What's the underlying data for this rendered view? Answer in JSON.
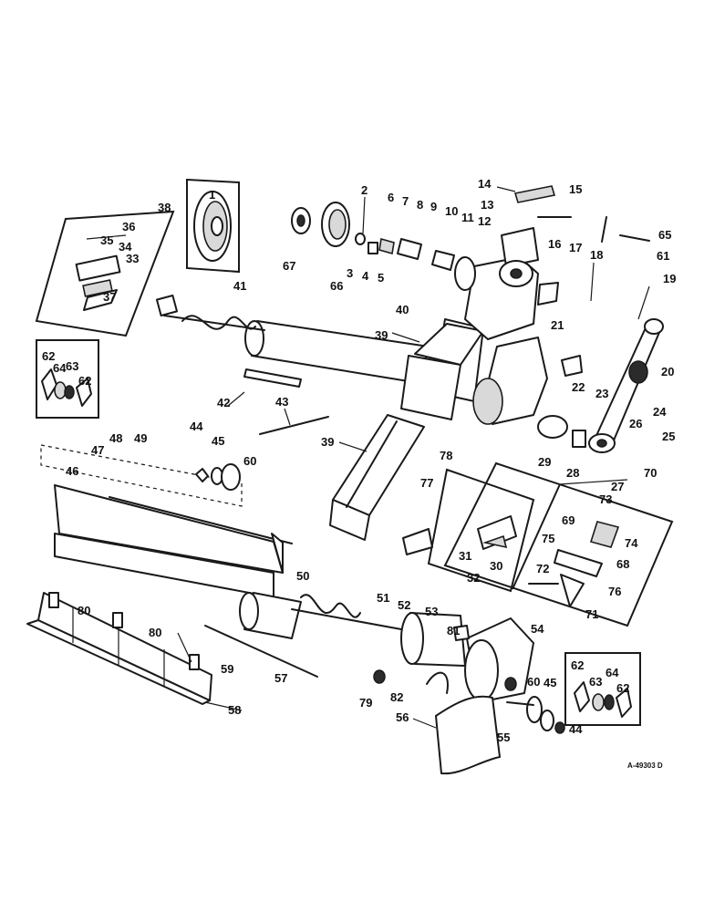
{
  "reference_code": "A-49303 D",
  "callouts": [
    {
      "id": "c1",
      "text": "1"
    },
    {
      "id": "c2",
      "text": "2"
    },
    {
      "id": "c3",
      "text": "3"
    },
    {
      "id": "c4",
      "text": "4"
    },
    {
      "id": "c5",
      "text": "5"
    },
    {
      "id": "c6",
      "text": "6"
    },
    {
      "id": "c7",
      "text": "7"
    },
    {
      "id": "c8",
      "text": "8"
    },
    {
      "id": "c9",
      "text": "9"
    },
    {
      "id": "c10",
      "text": "10"
    },
    {
      "id": "c11",
      "text": "11"
    },
    {
      "id": "c12",
      "text": "12"
    },
    {
      "id": "c13",
      "text": "13"
    },
    {
      "id": "c14",
      "text": "14"
    },
    {
      "id": "c15",
      "text": "15"
    },
    {
      "id": "c16",
      "text": "16"
    },
    {
      "id": "c17",
      "text": "17"
    },
    {
      "id": "c18",
      "text": "18"
    },
    {
      "id": "c19",
      "text": "19"
    },
    {
      "id": "c20",
      "text": "20"
    },
    {
      "id": "c21",
      "text": "21"
    },
    {
      "id": "c22",
      "text": "22"
    },
    {
      "id": "c23",
      "text": "23"
    },
    {
      "id": "c24",
      "text": "24"
    },
    {
      "id": "c25",
      "text": "25"
    },
    {
      "id": "c26",
      "text": "26"
    },
    {
      "id": "c27",
      "text": "27"
    },
    {
      "id": "c28",
      "text": "28"
    },
    {
      "id": "c29",
      "text": "29"
    },
    {
      "id": "c30",
      "text": "30"
    },
    {
      "id": "c31",
      "text": "31"
    },
    {
      "id": "c32",
      "text": "32"
    },
    {
      "id": "c33",
      "text": "33"
    },
    {
      "id": "c34",
      "text": "34"
    },
    {
      "id": "c35",
      "text": "35"
    },
    {
      "id": "c36",
      "text": "36"
    },
    {
      "id": "c37",
      "text": "37"
    },
    {
      "id": "c38",
      "text": "38"
    },
    {
      "id": "c39a",
      "text": "39"
    },
    {
      "id": "c39b",
      "text": "39"
    },
    {
      "id": "c40",
      "text": "40"
    },
    {
      "id": "c41",
      "text": "41"
    },
    {
      "id": "c42",
      "text": "42"
    },
    {
      "id": "c43",
      "text": "43"
    },
    {
      "id": "c44a",
      "text": "44"
    },
    {
      "id": "c44b",
      "text": "44"
    },
    {
      "id": "c45a",
      "text": "45"
    },
    {
      "id": "c45b",
      "text": "45"
    },
    {
      "id": "c46",
      "text": "46"
    },
    {
      "id": "c47",
      "text": "47"
    },
    {
      "id": "c48",
      "text": "48"
    },
    {
      "id": "c49",
      "text": "49"
    },
    {
      "id": "c50",
      "text": "50"
    },
    {
      "id": "c51",
      "text": "51"
    },
    {
      "id": "c52",
      "text": "52"
    },
    {
      "id": "c53",
      "text": "53"
    },
    {
      "id": "c54",
      "text": "54"
    },
    {
      "id": "c55",
      "text": "55"
    },
    {
      "id": "c56",
      "text": "56"
    },
    {
      "id": "c57",
      "text": "57"
    },
    {
      "id": "c58",
      "text": "58"
    },
    {
      "id": "c59",
      "text": "59"
    },
    {
      "id": "c60a",
      "text": "60"
    },
    {
      "id": "c60b",
      "text": "60"
    },
    {
      "id": "c61",
      "text": "61"
    },
    {
      "id": "c62a",
      "text": "62"
    },
    {
      "id": "c62b",
      "text": "62"
    },
    {
      "id": "c62c",
      "text": "62"
    },
    {
      "id": "c62d",
      "text": "62"
    },
    {
      "id": "c63a",
      "text": "63"
    },
    {
      "id": "c63b",
      "text": "63"
    },
    {
      "id": "c64a",
      "text": "64"
    },
    {
      "id": "c64b",
      "text": "64"
    },
    {
      "id": "c65",
      "text": "65"
    },
    {
      "id": "c66",
      "text": "66"
    },
    {
      "id": "c67",
      "text": "67"
    },
    {
      "id": "c68",
      "text": "68"
    },
    {
      "id": "c69",
      "text": "69"
    },
    {
      "id": "c70",
      "text": "70"
    },
    {
      "id": "c71",
      "text": "71"
    },
    {
      "id": "c72",
      "text": "72"
    },
    {
      "id": "c73",
      "text": "73"
    },
    {
      "id": "c74",
      "text": "74"
    },
    {
      "id": "c75",
      "text": "75"
    },
    {
      "id": "c76",
      "text": "76"
    },
    {
      "id": "c77",
      "text": "77"
    },
    {
      "id": "c78",
      "text": "78"
    },
    {
      "id": "c79",
      "text": "79"
    },
    {
      "id": "c80a",
      "text": "80"
    },
    {
      "id": "c80b",
      "text": "80"
    },
    {
      "id": "c81",
      "text": "81"
    },
    {
      "id": "c82",
      "text": "82"
    }
  ]
}
